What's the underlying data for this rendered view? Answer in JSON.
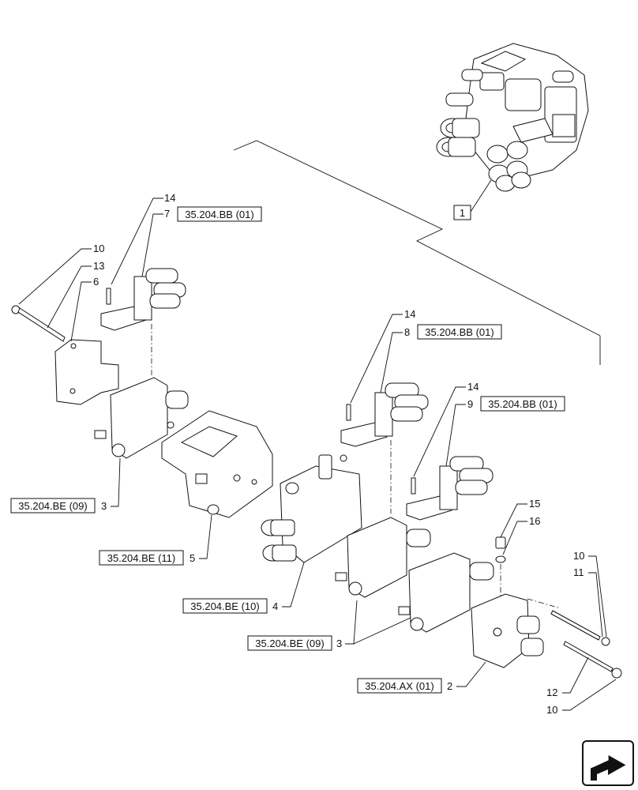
{
  "assembly": {
    "callout": "1"
  },
  "callouts": {
    "c14_top": "14",
    "c7": "7",
    "ref7": "35.204.BB (01)",
    "c10_top": "10",
    "c13": "13",
    "c6": "6",
    "c14_mid": "14",
    "c8": "8",
    "ref8": "35.204.BB (01)",
    "c14_right": "14",
    "c9": "9",
    "ref9": "35.204.BB (01)",
    "ref3_left": "35.204.BE (09)",
    "c3_left": "3",
    "ref5": "35.204.BE (11)",
    "c5": "5",
    "ref4": "35.204.BE (10)",
    "c4": "4",
    "ref3_mid": "35.204.BE (09)",
    "c3_mid": "3",
    "c15": "15",
    "c16": "16",
    "c10_right_top": "10",
    "c11": "11",
    "ref2": "35.204.AX (01)",
    "c2": "2",
    "c12": "12",
    "c10_bottom": "10"
  },
  "icons": {
    "nav": "next-page-arrow-icon"
  }
}
